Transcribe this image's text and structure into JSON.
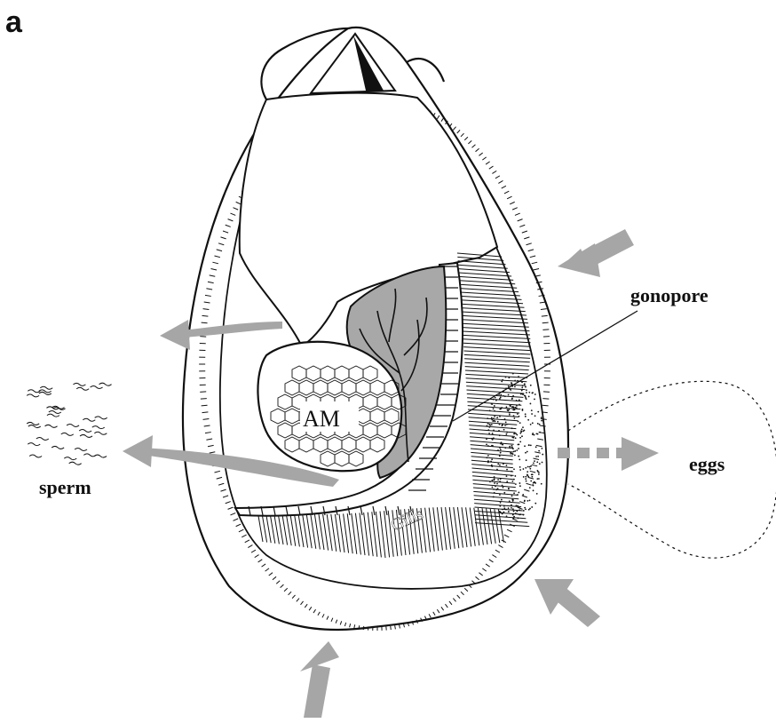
{
  "figure": {
    "panel_letter": "a",
    "labels": {
      "gonopore": "gonopore",
      "sperm": "sperm",
      "eggs": "eggs",
      "adductor_muscle": "AM",
      "gills": "Gills"
    },
    "colors": {
      "ink": "#111111",
      "arrow": "#a6a6a6",
      "organ_fill": "#a8a8a8",
      "background": "#ffffff"
    }
  }
}
